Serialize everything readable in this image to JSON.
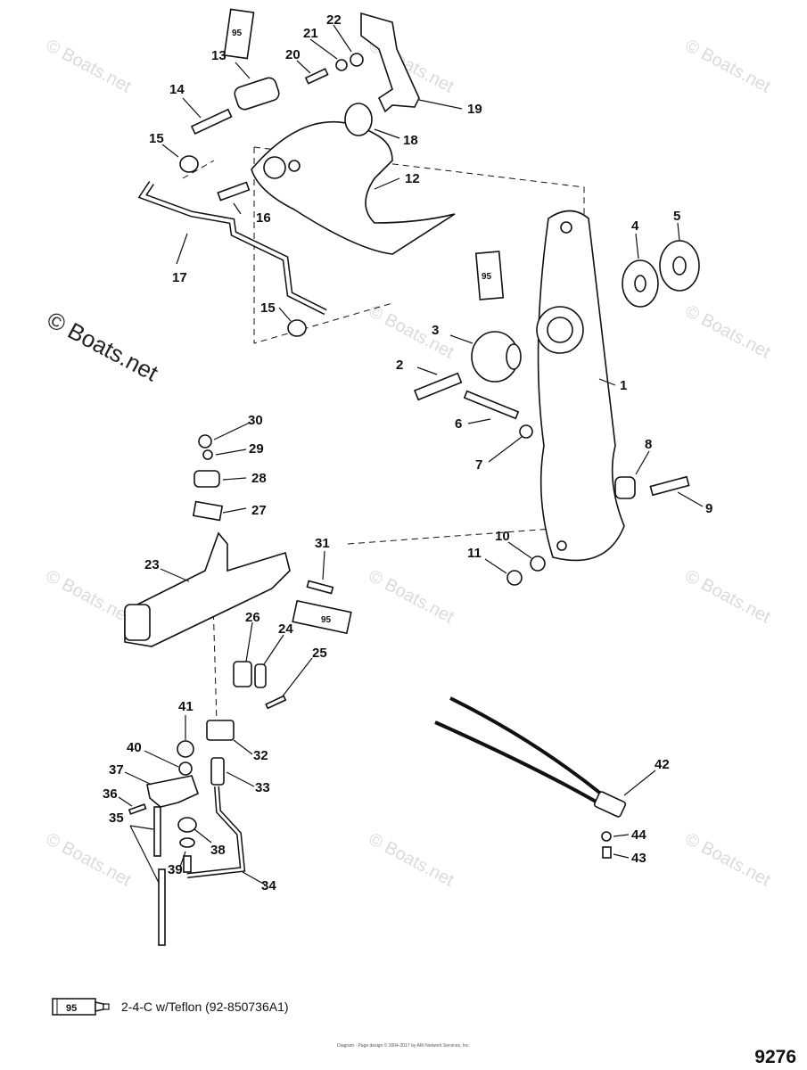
{
  "watermark": {
    "text": "© Boats.net"
  },
  "callouts": {
    "c1": "1",
    "c2": "2",
    "c3": "3",
    "c4": "4",
    "c5": "5",
    "c6": "6",
    "c7": "7",
    "c8": "8",
    "c9": "9",
    "c10": "10",
    "c11": "11",
    "c12": "12",
    "c13": "13",
    "c14": "14",
    "c15a": "15",
    "c15b": "15",
    "c16": "16",
    "c17": "17",
    "c18": "18",
    "c19": "19",
    "c20": "20",
    "c21": "21",
    "c22": "22",
    "c23": "23",
    "c24": "24",
    "c25": "25",
    "c26": "26",
    "c27": "27",
    "c28": "28",
    "c29": "29",
    "c30": "30",
    "c31": "31",
    "c32": "32",
    "c33": "33",
    "c34": "34",
    "c35": "35",
    "c36": "36",
    "c37": "37",
    "c38": "38",
    "c39": "39",
    "c40": "40",
    "c41": "41",
    "c42": "42",
    "c43": "43",
    "c44": "44"
  },
  "tube_label": "95",
  "legend": {
    "tube_label": "95",
    "text": "2-4-C w/Teflon (92-850736A1)"
  },
  "footer_note": "Diagram · Page design © 2004-2017 by ARI Network Services, Inc.",
  "diagram_number": "9276"
}
